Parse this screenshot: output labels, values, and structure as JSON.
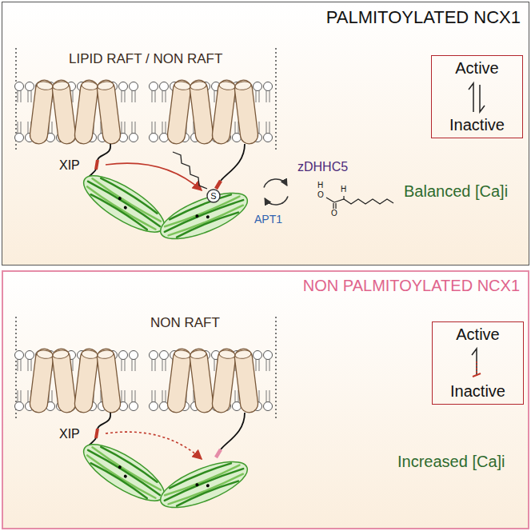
{
  "diagram": {
    "nodes": [
      {
        "text": [
          "PALMITOYLATED NCX1"
        ]
      },
      {
        "text": [
          "Active",
          "Inactive"
        ],
        "in": 0
      },
      {
        "text": [
          "S"
        ],
        "in": 0
      },
      {
        "text": [
          "NON PALMITOYLATED NCX1"
        ]
      },
      {
        "text": [
          "Active",
          "Inactive"
        ],
        "in": 3
      }
    ],
    "labels": [
      "LIPID RAFT / NON RAFT",
      "XIP",
      "zDHHC5",
      "H",
      "O",
      "H",
      "O",
      "Balanced [Ca]i",
      "APT1",
      "NON RAFT",
      "XIP",
      "Increased [Ca]i"
    ]
  }
}
